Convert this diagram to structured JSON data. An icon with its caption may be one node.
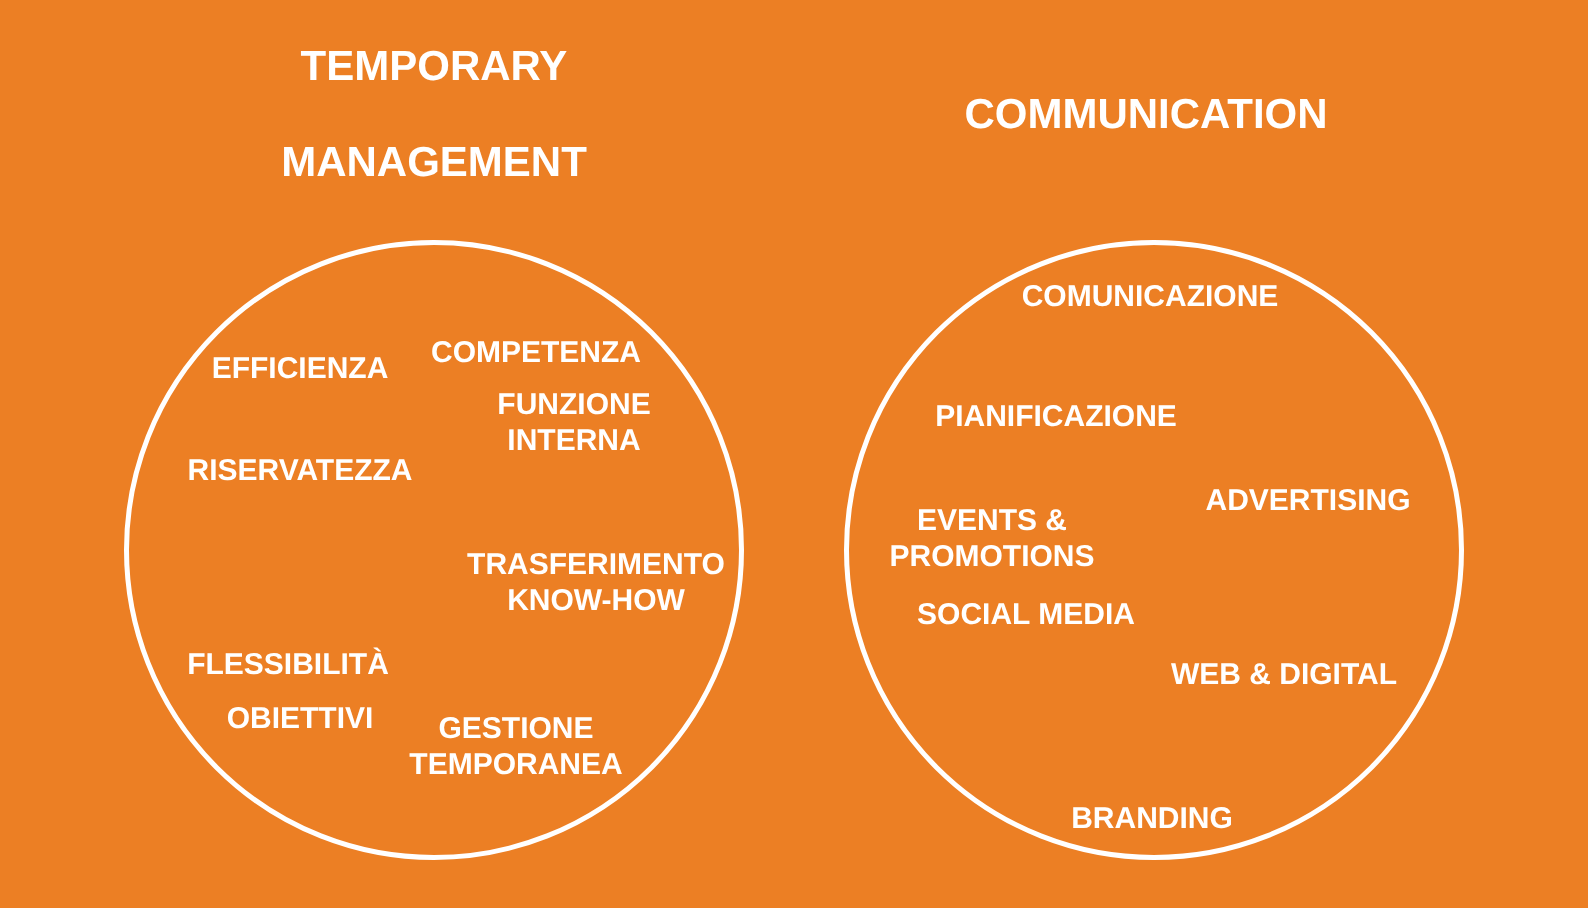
{
  "diagram": {
    "nodes": [
      {
        "text": [
          "TEMPORARY MANAGEMENT",
          "EFFICIENZA",
          "COMPETENZA",
          "FUNZIONE INTERNA",
          "RISERVATEZZA",
          "TRASFERIMENTO KNOW-HOW",
          "FLESSIBILITÀ",
          "OBIETTIVI",
          "GESTIONE TEMPORANEA"
        ]
      },
      {
        "text": [
          "COMMUNICATION",
          "COMUNICAZIONE",
          "PIANIFICAZIONE",
          "ADVERTISING",
          "EVENTS & PROMOTIONS",
          "SOCIAL MEDIA",
          "WEB & DIGITAL",
          "BRANDING"
        ]
      }
    ],
    "edges": []
  }
}
